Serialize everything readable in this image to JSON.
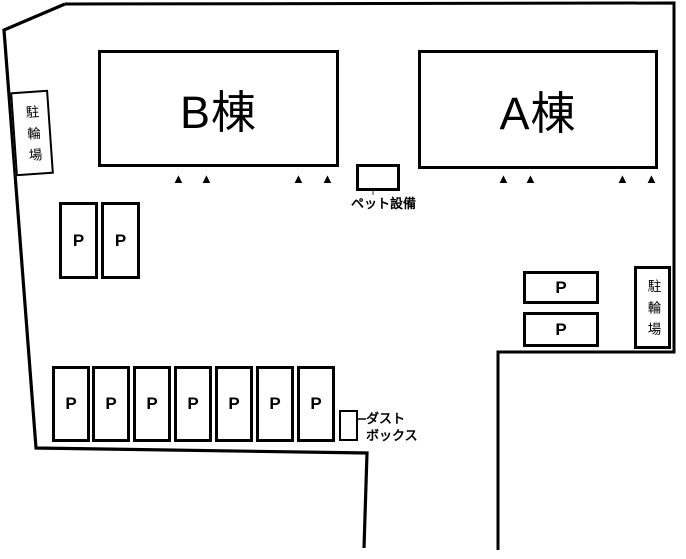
{
  "buildings": [
    {
      "label": "B棟"
    },
    {
      "label": "A棟"
    }
  ],
  "facilities": {
    "bicycle_parking_left": "駐輪場",
    "bicycle_parking_right": "駐輪場",
    "pet_equipment_label": "ペット設備",
    "dust_box_label_line1": "ダスト",
    "dust_box_label_line2": "ボックス"
  },
  "parking": {
    "left_column": [
      "P",
      "P"
    ],
    "right_column": [
      "P",
      "P"
    ],
    "bottom_row": [
      "P",
      "P",
      "P",
      "P",
      "P",
      "P",
      "P"
    ]
  },
  "icons": {
    "entrance_marker": "▲"
  },
  "colors": {
    "line": "#000000",
    "leader": "#8c9cba",
    "background": "#ffffff"
  }
}
